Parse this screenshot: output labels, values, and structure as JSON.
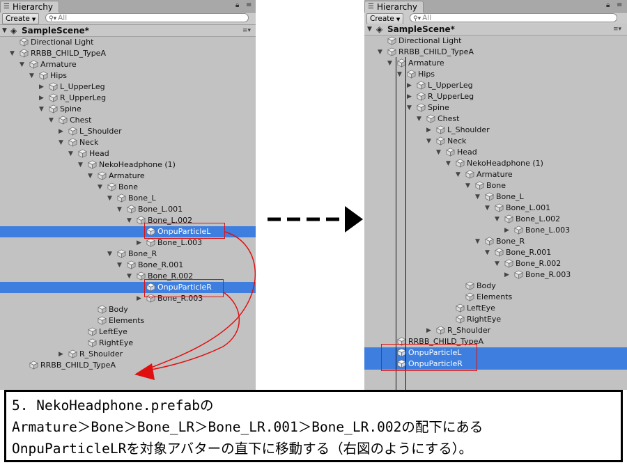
{
  "left": {
    "tab": "Hierarchy",
    "create_label": "Create",
    "search_placeholder": "All",
    "scene": "SampleScene*",
    "rows": [
      {
        "label": "Directional Light",
        "depth": 1,
        "arrow": "",
        "sel": false
      },
      {
        "label": "RRBB_CHILD_TypeA",
        "depth": 1,
        "arrow": "down",
        "sel": false
      },
      {
        "label": "Armature",
        "depth": 2,
        "arrow": "down",
        "sel": false
      },
      {
        "label": "Hips",
        "depth": 3,
        "arrow": "down",
        "sel": false
      },
      {
        "label": "L_UpperLeg",
        "depth": 4,
        "arrow": "right",
        "sel": false
      },
      {
        "label": "R_UpperLeg",
        "depth": 4,
        "arrow": "right",
        "sel": false
      },
      {
        "label": "Spine",
        "depth": 4,
        "arrow": "down",
        "sel": false
      },
      {
        "label": "Chest",
        "depth": 5,
        "arrow": "down",
        "sel": false
      },
      {
        "label": "L_Shoulder",
        "depth": 6,
        "arrow": "right",
        "sel": false
      },
      {
        "label": "Neck",
        "depth": 6,
        "arrow": "down",
        "sel": false
      },
      {
        "label": "Head",
        "depth": 7,
        "arrow": "down",
        "sel": false
      },
      {
        "label": "NekoHeadphone (1)",
        "depth": 8,
        "arrow": "down",
        "sel": false
      },
      {
        "label": "Armature",
        "depth": 9,
        "arrow": "down",
        "sel": false
      },
      {
        "label": "Bone",
        "depth": 10,
        "arrow": "down",
        "sel": false
      },
      {
        "label": "Bone_L",
        "depth": 11,
        "arrow": "down",
        "sel": false
      },
      {
        "label": "Bone_L.001",
        "depth": 12,
        "arrow": "down",
        "sel": false
      },
      {
        "label": "Bone_L.002",
        "depth": 13,
        "arrow": "down",
        "sel": false
      },
      {
        "label": "OnpuParticleL",
        "depth": 14,
        "arrow": "",
        "sel": true
      },
      {
        "label": "Bone_L.003",
        "depth": 14,
        "arrow": "right",
        "sel": false
      },
      {
        "label": "Bone_R",
        "depth": 11,
        "arrow": "down",
        "sel": false
      },
      {
        "label": "Bone_R.001",
        "depth": 12,
        "arrow": "down",
        "sel": false
      },
      {
        "label": "Bone_R.002",
        "depth": 13,
        "arrow": "down",
        "sel": false
      },
      {
        "label": "OnpuParticleR",
        "depth": 14,
        "arrow": "",
        "sel": true
      },
      {
        "label": "Bone_R.003",
        "depth": 14,
        "arrow": "right",
        "sel": false
      },
      {
        "label": "Body",
        "depth": 9,
        "arrow": "",
        "sel": false
      },
      {
        "label": "Elements",
        "depth": 9,
        "arrow": "",
        "sel": false
      },
      {
        "label": "LeftEye",
        "depth": 8,
        "arrow": "",
        "sel": false
      },
      {
        "label": "RightEye",
        "depth": 8,
        "arrow": "",
        "sel": false
      },
      {
        "label": "R_Shoulder",
        "depth": 6,
        "arrow": "right",
        "sel": false
      },
      {
        "label": "RRBB_CHILD_TypeA",
        "depth": 2,
        "arrow": "",
        "sel": false
      }
    ]
  },
  "right": {
    "tab": "Hierarchy",
    "create_label": "Create",
    "search_placeholder": "All",
    "scene": "SampleScene*",
    "rows": [
      {
        "label": "Directional Light",
        "depth": 1,
        "arrow": "",
        "sel": false
      },
      {
        "label": "RRBB_CHILD_TypeA",
        "depth": 1,
        "arrow": "down",
        "sel": false
      },
      {
        "label": "Armature",
        "depth": 2,
        "arrow": "down",
        "sel": false
      },
      {
        "label": "Hips",
        "depth": 3,
        "arrow": "down",
        "sel": false
      },
      {
        "label": "L_UpperLeg",
        "depth": 4,
        "arrow": "right",
        "sel": false
      },
      {
        "label": "R_UpperLeg",
        "depth": 4,
        "arrow": "right",
        "sel": false
      },
      {
        "label": "Spine",
        "depth": 4,
        "arrow": "down",
        "sel": false
      },
      {
        "label": "Chest",
        "depth": 5,
        "arrow": "down",
        "sel": false
      },
      {
        "label": "L_Shoulder",
        "depth": 6,
        "arrow": "right",
        "sel": false
      },
      {
        "label": "Neck",
        "depth": 6,
        "arrow": "down",
        "sel": false
      },
      {
        "label": "Head",
        "depth": 7,
        "arrow": "down",
        "sel": false
      },
      {
        "label": "NekoHeadphone (1)",
        "depth": 8,
        "arrow": "down",
        "sel": false
      },
      {
        "label": "Armature",
        "depth": 9,
        "arrow": "down",
        "sel": false
      },
      {
        "label": "Bone",
        "depth": 10,
        "arrow": "down",
        "sel": false
      },
      {
        "label": "Bone_L",
        "depth": 11,
        "arrow": "down",
        "sel": false
      },
      {
        "label": "Bone_L.001",
        "depth": 12,
        "arrow": "down",
        "sel": false
      },
      {
        "label": "Bone_L.002",
        "depth": 13,
        "arrow": "down",
        "sel": false
      },
      {
        "label": "Bone_L.003",
        "depth": 14,
        "arrow": "right",
        "sel": false
      },
      {
        "label": "Bone_R",
        "depth": 11,
        "arrow": "down",
        "sel": false
      },
      {
        "label": "Bone_R.001",
        "depth": 12,
        "arrow": "down",
        "sel": false
      },
      {
        "label": "Bone_R.002",
        "depth": 13,
        "arrow": "down",
        "sel": false
      },
      {
        "label": "Bone_R.003",
        "depth": 14,
        "arrow": "right",
        "sel": false
      },
      {
        "label": "Body",
        "depth": 9,
        "arrow": "",
        "sel": false
      },
      {
        "label": "Elements",
        "depth": 9,
        "arrow": "",
        "sel": false
      },
      {
        "label": "LeftEye",
        "depth": 8,
        "arrow": "",
        "sel": false
      },
      {
        "label": "RightEye",
        "depth": 8,
        "arrow": "",
        "sel": false
      },
      {
        "label": "R_Shoulder",
        "depth": 6,
        "arrow": "right",
        "sel": false
      },
      {
        "label": "RRBB_CHILD_TypeA",
        "depth": 2,
        "arrow": "",
        "sel": false
      },
      {
        "label": "OnpuParticleL",
        "depth": 2,
        "arrow": "",
        "sel": true
      },
      {
        "label": "OnpuParticleR",
        "depth": 2,
        "arrow": "",
        "sel": true
      }
    ]
  },
  "caption": {
    "line1": "5. NekoHeadphone.prefabの",
    "line2": "Armature＞Bone＞Bone_LR＞Bone_LR.001＞Bone_LR.002の配下にある",
    "line3": "OnpuParticleLRを対象アバターの直下に移動する（右図のようにする）。"
  },
  "colors": {
    "selection": "#3d7ede",
    "panel": "#c2c2c2",
    "annotation_red": "#e01010"
  }
}
